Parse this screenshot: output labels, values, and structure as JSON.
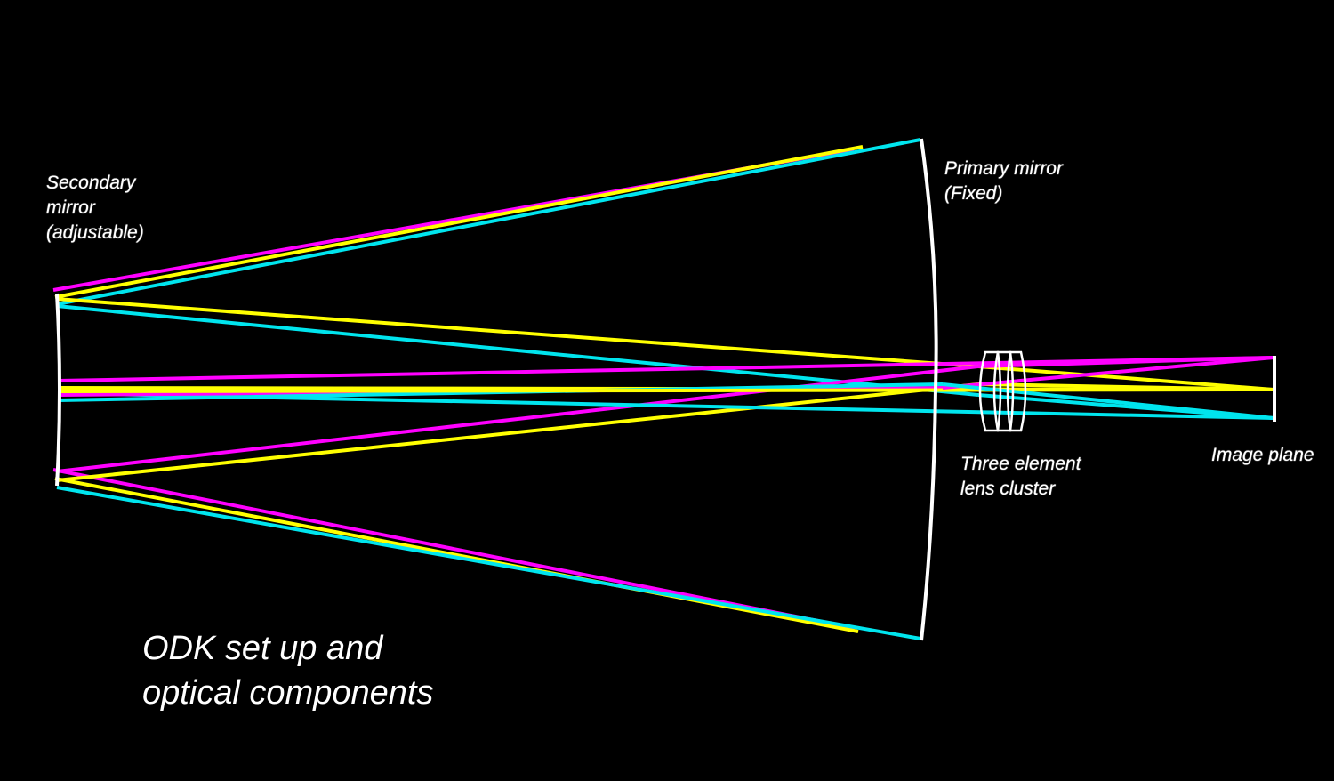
{
  "colors": {
    "background": "#000000",
    "components": "#ffffff",
    "ray_magenta": "#ff00ff",
    "ray_yellow": "#ffff00",
    "ray_cyan": "#00e5ee"
  },
  "labels": {
    "secondary": [
      "Secondary",
      "mirror",
      "(adjustable)"
    ],
    "primary": [
      "Primary mirror",
      "(Fixed)"
    ],
    "lens": [
      "Three element",
      "lens cluster"
    ],
    "image_plane": "Image plane"
  },
  "caption": [
    "ODK set up and",
    "optical components"
  ]
}
